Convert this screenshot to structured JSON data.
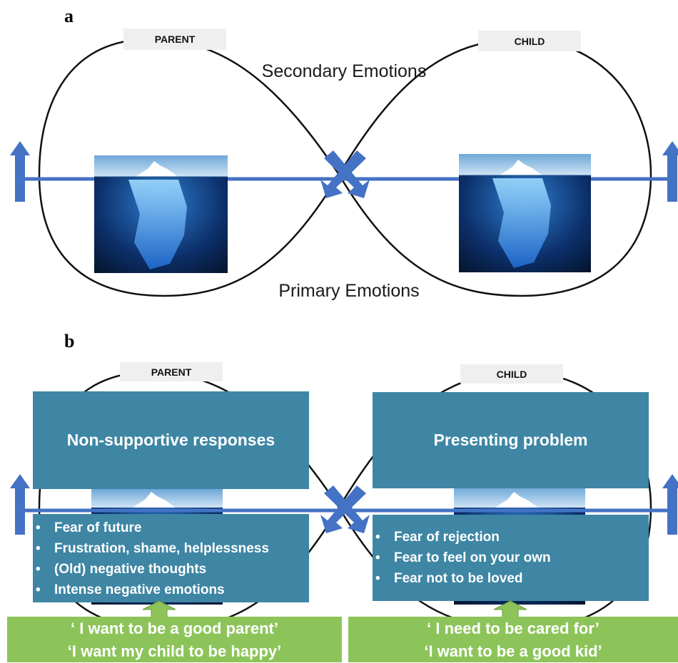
{
  "panel_a": {
    "letter": "a",
    "parent_label": "PARENT",
    "child_label": "CHILD",
    "secondary_label": "Secondary Emotions",
    "primary_label": "Primary Emotions"
  },
  "panel_b": {
    "letter": "b",
    "parent_label": "PARENT",
    "child_label": "CHILD",
    "parent_response": "Non-supportive responses",
    "child_response": "Presenting problem",
    "parent_fears": [
      "Fear of future",
      "Frustration, shame, helplessness",
      "(Old) negative thoughts",
      "Intense negative emotions"
    ],
    "child_fears": [
      "Fear of rejection",
      "Fear to feel on your own",
      "Fear not to be loved"
    ],
    "parent_needs": [
      "‘ I want to be a good parent’",
      "‘I want my child to be happy’"
    ],
    "child_needs": [
      "‘ I need to be cared for’",
      "‘I want to be a good kid’"
    ]
  },
  "colors": {
    "arrow_blue": "#4472c4",
    "box_teal": "#3e86a4",
    "need_green": "#8cc45a",
    "label_grey": "#efefef"
  }
}
